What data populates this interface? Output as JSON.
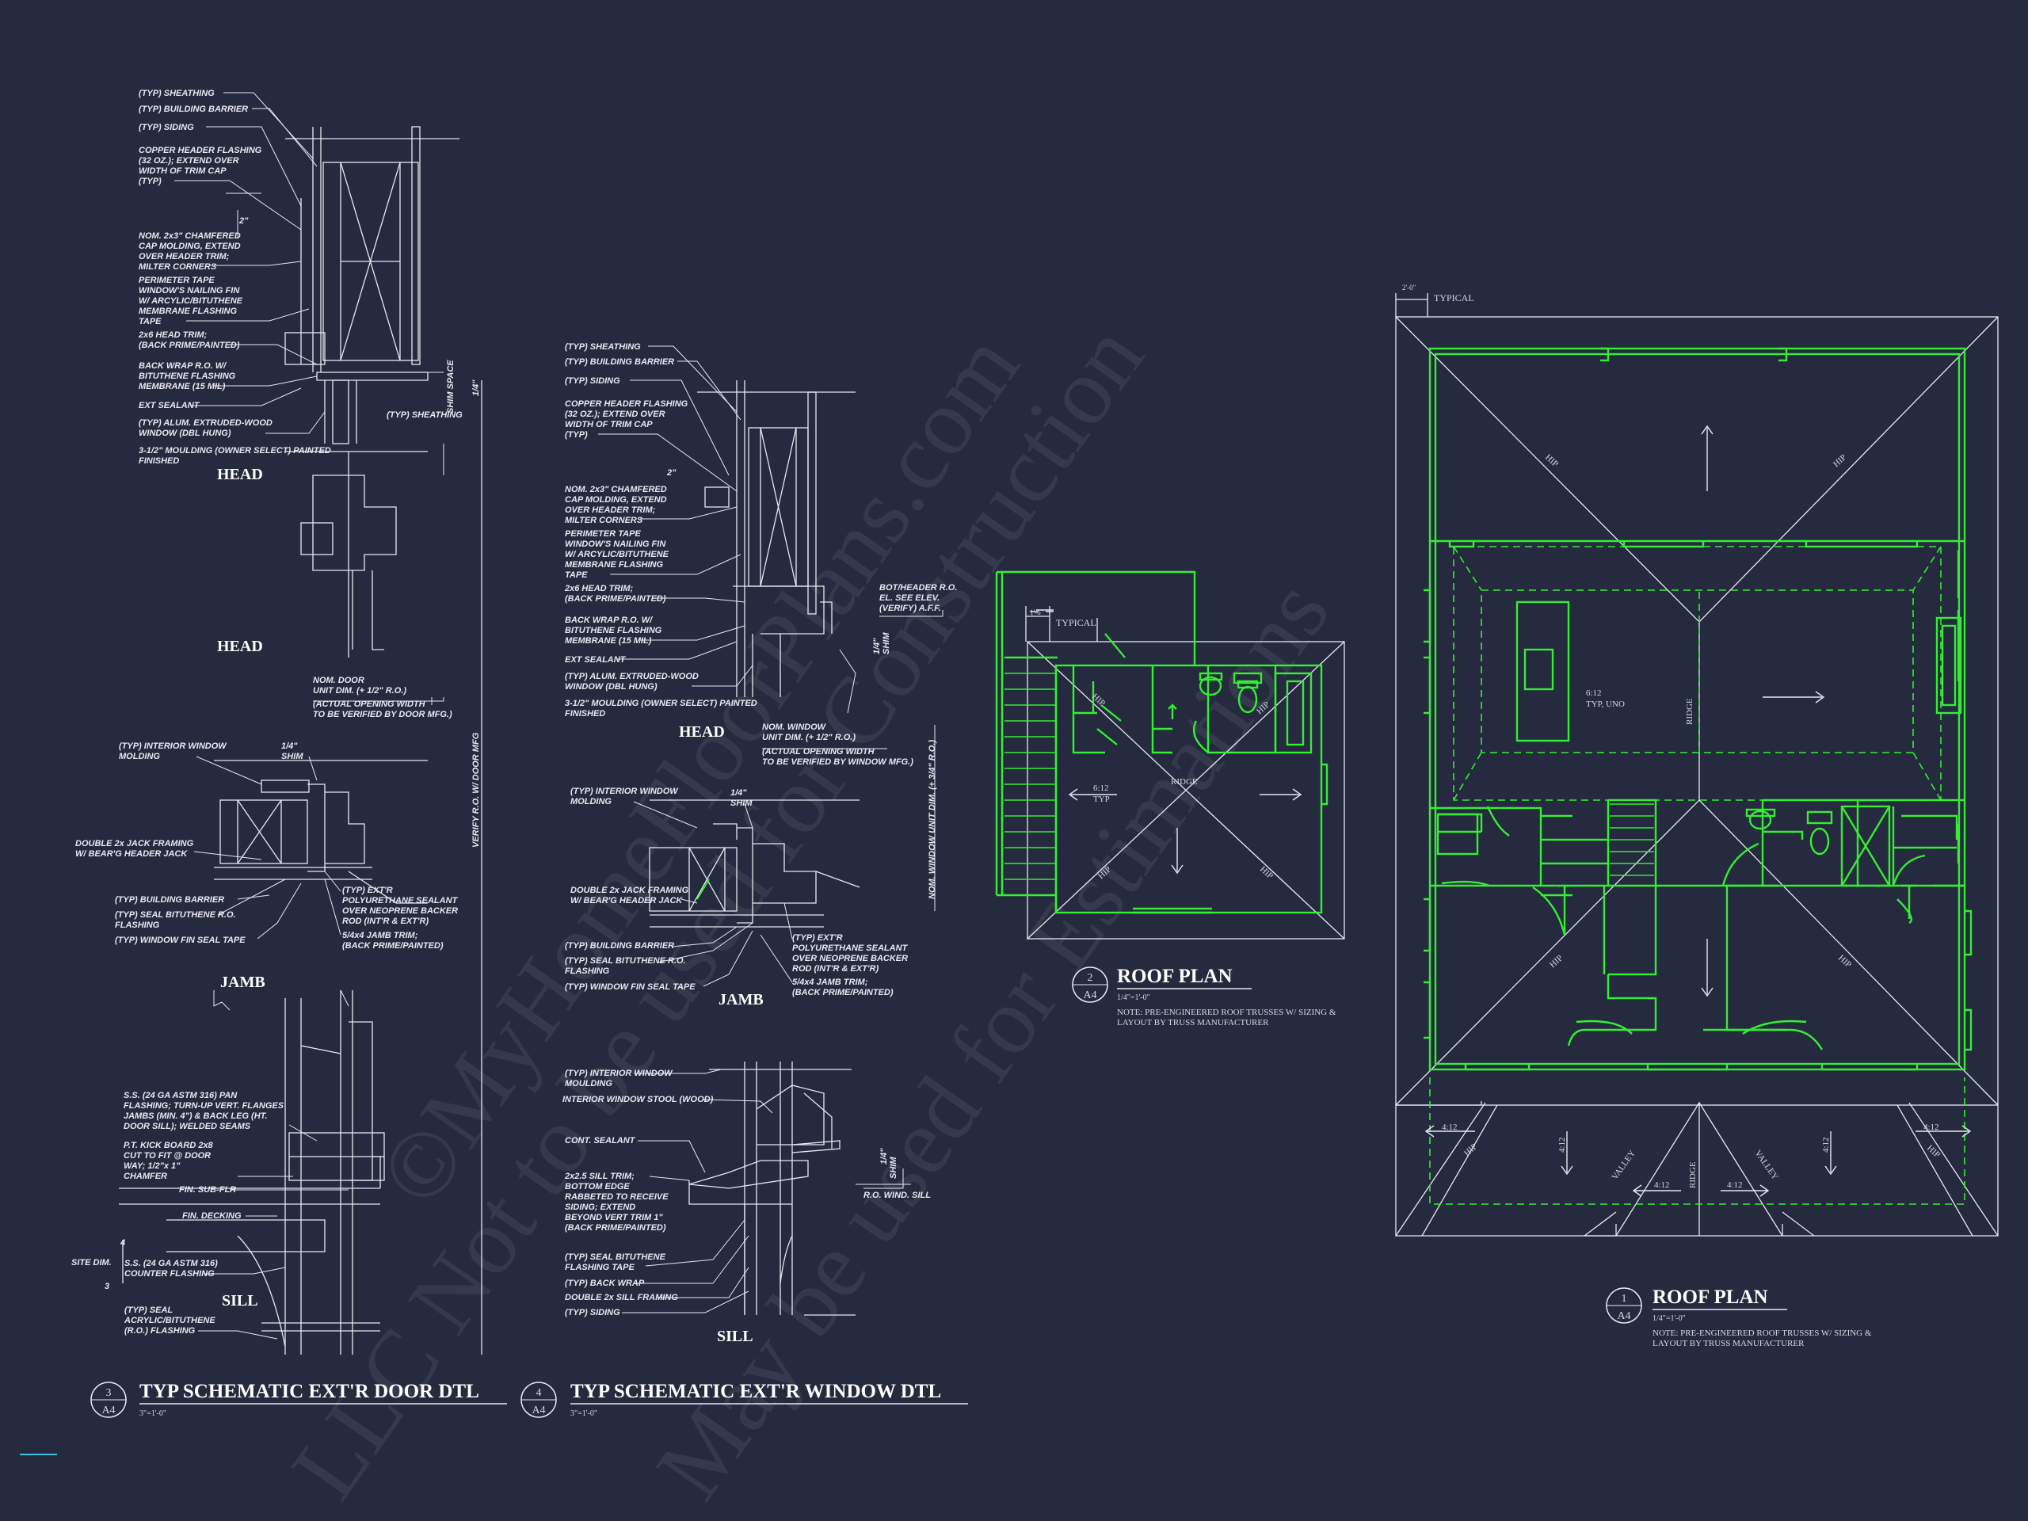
{
  "watermark": {
    "line1": "©MyHomeFloorPlans.com",
    "line2": "LLC Not to be used for Construction",
    "line3": "May be used for Estimations"
  },
  "door_detail": {
    "number": "3",
    "sheet": "A4",
    "title": "TYP SCHEMATIC EXT'R DOOR DTL",
    "scale": "3\"=1'-0\"",
    "labels": {
      "sheathing": "(TYP) SHEATHING",
      "building_barrier": "(TYP) BUILDING BARRIER",
      "siding": "(TYP) SIDING",
      "copper1": "COPPER HEADER FLASHING",
      "copper2": "(32 OZ.); EXTEND OVER",
      "copper3": "WIDTH OF TRIM CAP",
      "copper4": "(TYP)",
      "dim2": "2\"",
      "cap1": "NOM. 2x3\" CHAMFERED",
      "cap2": "CAP MOLDING, EXTEND",
      "cap3": "OVER HEADER TRIM;",
      "cap4": "MILTER CORNERS",
      "tape1": "PERIMETER TAPE",
      "tape2": "WINDOW'S NAILING FIN",
      "tape3": "W/ ARCYLIC/BITUTHENE",
      "tape4": "MEMBRANE FLASHING",
      "tape5": "TAPE",
      "trim1": "2x6 HEAD TRIM;",
      "trim2": "(BACK PRIME/PAINTED)",
      "wrap1": "BACK WRAP R.O. W/",
      "wrap2": "BITUTHENE FLASHING",
      "wrap3": "MEMBRANE (15 MIL)",
      "sealant": "EXT SEALANT",
      "window1": "(TYP) ALUM. EXTRUDED-WOOD",
      "window2": "WINDOW (DBL HUNG)",
      "mould1": "3-1/2\" MOULDING (OWNER SELECT) PAINTED",
      "mould2": "FINISHED",
      "sheathing_r": "(TYP) SHEATHING",
      "shim_space": "SHIM SPACE",
      "quarter": "1/4\"",
      "head1": "HEAD",
      "head2": "HEAD",
      "unit1": "NOM. DOOR",
      "unit2": "UNIT DIM. (+ 1/2\" R.O.)",
      "unit3": "(ACTUAL OPENING WIDTH",
      "unit4": "TO BE VERIFIED BY DOOR MFG.)",
      "verify_ro": "VERIFY R.O. W/ DOOR MFG",
      "int_win1": "(TYP) INTERIOR WINDOW",
      "int_win2": "MOLDING",
      "shim_q": "1/4\"",
      "shim": "SHIM",
      "jack1": "DOUBLE 2x JACK FRAMING",
      "jack2": "W/ BEAR'G HEADER JACK",
      "bb": "(TYP) BUILDING BARRIER",
      "seal1": "(TYP) SEAL BITUTHENE R.O.",
      "seal2": "FLASHING",
      "fin_tape": "(TYP) WINDOW FIN SEAL TAPE",
      "ext1": "(TYP) EXT'R",
      "ext2": "POLYURETHANE SEALANT",
      "ext3": "OVER NEOPRENE BACKER",
      "ext4": "ROD (INT'R & EXT'R)",
      "jamb_trim1": "5/4x4 JAMB TRIM;",
      "jamb_trim2": "(BACK PRIME/PAINTED)",
      "jamb": "JAMB",
      "pan1": "S.S. (24 GA ASTM 316) PAN",
      "pan2": "FLASHING; TURN-UP VERT. FLANGES",
      "pan3": "JAMBS (MIN. 4\") & BACK LEG (HT.",
      "pan4": "DOOR SILL); WELDED SEAMS",
      "kick1": "P.T. KICK BOARD 2x8",
      "kick2": "CUT TO FIT @ DOOR",
      "kick3": "WAY; 1/2\"x 1\"",
      "kick4": "CHAMFER",
      "subflr": "FIN. SUB-FLR",
      "decking": "FIN. DECKING",
      "site1": "SITE DIM.",
      "four": "4",
      "three": "3",
      "cf1": "S.S. (24 GA ASTM 316)",
      "cf2": "COUNTER FLASHING",
      "sill": "SILL",
      "tseal1": "(TYP) SEAL",
      "tseal2": "ACRYLIC/BITUTHENE",
      "tseal3": "(R.O.) FLASHING"
    }
  },
  "window_detail": {
    "number": "4",
    "sheet": "A4",
    "title": "TYP SCHEMATIC EXT'R WINDOW DTL",
    "scale": "3\"=1'-0\"",
    "labels": {
      "sheathing": "(TYP) SHEATHING",
      "building_barrier": "(TYP) BUILDING BARRIER",
      "siding": "(TYP) SIDING",
      "copper1": "COPPER HEADER FLASHING",
      "copper2": "(32 OZ.); EXTEND OVER",
      "copper3": "WIDTH OF TRIM CAP",
      "copper4": "(TYP)",
      "dim2": "2\"",
      "cap1": "NOM. 2x3\" CHAMFERED",
      "cap2": "CAP MOLDING, EXTEND",
      "cap3": "OVER HEADER TRIM;",
      "cap4": "MILTER CORNERS",
      "tape1": "PERIMETER TAPE",
      "tape2": "WINDOW'S NAILING FIN",
      "tape3": "W/ ARCYLIC/BITUTHENE",
      "tape4": "MEMBRANE FLASHING",
      "tape5": "TAPE",
      "trim1": "2x6 HEAD TRIM;",
      "trim2": "(BACK PRIME/PAINTED)",
      "wrap1": "BACK WRAP R.O. W/",
      "wrap2": "BITUTHENE FLASHING",
      "wrap3": "MEMBRANE (15 MIL)",
      "sealant": "EXT SEALANT",
      "window1": "(TYP) ALUM. EXTRUDED-WOOD",
      "window2": "WINDOW (DBL HUNG)",
      "mould1": "3-1/2\" MOULDING (OWNER SELECT) PAINTED",
      "mould2": "FINISHED",
      "bot1": "BOT/HEADER R.O.",
      "bot2": "EL. SEE ELEV.",
      "bot3": "(VERIFY) A.F.F.",
      "shim_space": "SHIM",
      "quarter": "1/4\"",
      "head": "HEAD",
      "unit1": "NOM. WINDOW",
      "unit2": "UNIT DIM. (+ 1/2\" R.O.)",
      "unit3": "(ACTUAL OPENING WIDTH",
      "unit4": "TO BE VERIFIED BY WINDOW MFG.)",
      "nom_vert": "NOM. WINDOW UNIT DIM. (+ 3/4\" R.O.)",
      "int_win1": "(TYP) INTERIOR WINDOW",
      "int_win2": "MOLDING",
      "shim_q": "1/4\"",
      "shim": "SHIM",
      "jack1": "DOUBLE 2x JACK FRAMING",
      "jack2": "W/ BEAR'G HEADER JACK",
      "bb": "(TYP) BUILDING BARRIER",
      "seal1": "(TYP) SEAL BITUTHENE R.O.",
      "seal2": "FLASHING",
      "fin_tape": "(TYP) WINDOW FIN SEAL TAPE",
      "ext1": "(TYP) EXT'R",
      "ext2": "POLYURETHANE SEALANT",
      "ext3": "OVER NEOPRENE BACKER",
      "ext4": "ROD (INT'R & EXT'R)",
      "jamb_trim1": "5/4x4 JAMB TRIM;",
      "jamb_trim2": "(BACK PRIME/PAINTED)",
      "jamb": "JAMB",
      "iw1": "(TYP) INTERIOR WINDOW",
      "iw2": "MOULDING",
      "stool": "INTERIOR WINDOW STOOL (WOOD)",
      "cont": "CONT. SEALANT",
      "sill1": "2x2.5 SILL TRIM;",
      "sill2": "BOTTOM EDGE",
      "sill3": "RABBETED TO RECEIVE",
      "sill4": "SIDING; EXTEND",
      "sill5": "BEYOND VERT TRIM 1\"",
      "sill6": "(BACK PRIME/PAINTED)",
      "shim2": "SHIM",
      "quarter2": "1/4\"",
      "rowind": "R.O. WIND. SILL",
      "sb1": "(TYP) SEAL BITUTHENE",
      "sb2": "FLASHING TAPE",
      "bw": "(TYP) BACK WRAP",
      "dsf": "DOUBLE 2x SILL FRAMING",
      "siding2": "(TYP) SIDING",
      "sill": "SILL"
    }
  },
  "roof_plan_2": {
    "number": "2",
    "sheet": "A4",
    "title": "ROOF PLAN",
    "scale": "1/4\"=1'-0\"",
    "note1": "NOTE: PRE-ENGINEERED ROOF TRUSSES W/ SIZING &",
    "note2": "LAYOUT BY TRUSS MANUFACTURER",
    "typical": "TYPICAL",
    "dim": "1'-6\"",
    "ridge": "RIDGE",
    "hip": "HIP",
    "slope1": "6:12",
    "slope2": "TYP"
  },
  "roof_plan_1": {
    "number": "1",
    "sheet": "A4",
    "title": "ROOF PLAN",
    "scale": "1/4\"=1'-0\"",
    "note1": "NOTE: PRE-ENGINEERED ROOF TRUSSES W/ SIZING &",
    "note2": "LAYOUT BY TRUSS MANUFACTURER",
    "typical": "TYPICAL",
    "dim": "2'-0\"",
    "ridge": "RIDGE",
    "hip": "HIP",
    "valley": "VALLEY",
    "slope1": "6:12",
    "slope2": "TYP, UNO",
    "slope3": "4:12"
  },
  "colors": {
    "background": "#252a3e",
    "linework": "#e8e8f0",
    "plan_green": "#33ee33"
  }
}
